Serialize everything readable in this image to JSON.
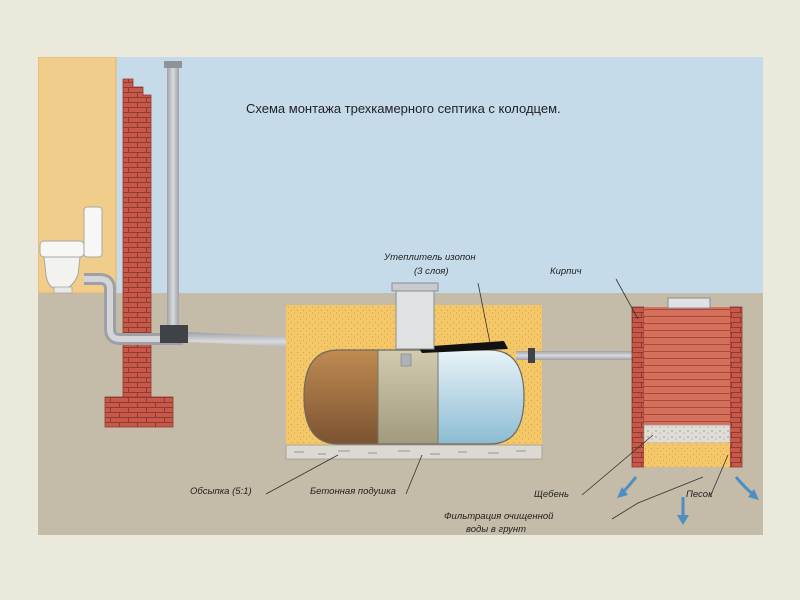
{
  "diagram": {
    "title": "Схема монтажа трехкамерного септика с колодцем.",
    "labels": {
      "insulation_line1": "Утеплитель изопон",
      "insulation_line2": "(3 слоя)",
      "brick": "Кирпич",
      "backfill": "Обсыпка (5:1)",
      "concrete_pad": "Бетонная подушка",
      "gravel": "Щебень",
      "sand": "Песок",
      "filtration_line1": "Фильтрация очищенной",
      "filtration_line2": "воды в грунт"
    },
    "colors": {
      "sky": "#c6dbe9",
      "ground": "#c4bba9",
      "house_wall": "#f1cd8c",
      "brick": "#c7584a",
      "backfill_sand": "#f4c869",
      "concrete": "#dcd8d2",
      "chamber_1": "#96683f",
      "chamber_2": "#b4ac8f",
      "chamber_3": "#a6cbdc",
      "pipe": "#b9bcc0",
      "arrow": "#4d8fc3"
    }
  }
}
